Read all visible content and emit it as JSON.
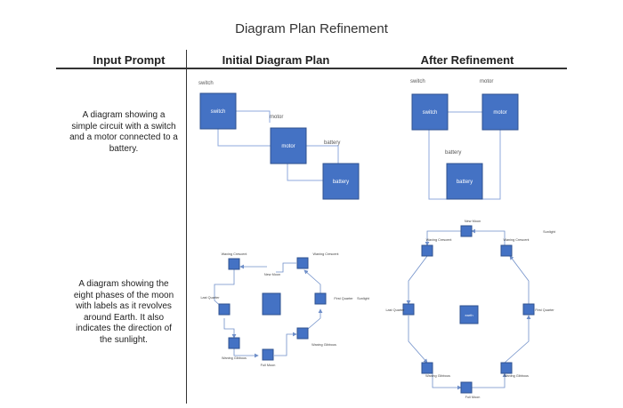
{
  "title": "Diagram Plan Refinement",
  "headers": {
    "input": "Input Prompt",
    "initial": "Initial Diagram Plan",
    "refined": "After Refinement"
  },
  "row1": {
    "prompt": "A diagram showing a simple circuit with a switch and a motor connected to a battery.",
    "initial": {
      "switch_label": "switch",
      "motor_label": "motor",
      "battery_label": "battery",
      "switch_box": "switch",
      "motor_box": "motor",
      "battery_box": "battery"
    },
    "refined": {
      "switch_label": "switch",
      "motor_label": "motor",
      "battery_label": "battery",
      "switch_box": "switch",
      "motor_box": "motor",
      "battery_box": "battery"
    }
  },
  "row2": {
    "prompt": "A diagram showing the eight phases of the moon with labels as it revolves around Earth. It also indicates the direction of the sunlight.",
    "initial": {
      "waxing_crescent": "Waxing Crescent",
      "waning_crescent": "Waning Crescent",
      "new_moon": "New Moon",
      "first_quarter": "First Quarter",
      "sunlight": "Sunlight",
      "last_quarter": "Last Quarter",
      "waning_gibbous": "Waning Gibbous",
      "waxing_gibbous": "Waxing Gibbous",
      "full_moon": "Full Moon"
    },
    "refined": {
      "new_moon": "New Moon",
      "waxing_crescent": "Waxing Crescent",
      "waning_crescent": "Waning Crescent",
      "sunlight": "Sunlight",
      "last_quarter": "Last Quarter",
      "earth": "earth",
      "first_quarter": "First Quarter",
      "waxing_gibbous": "Waxing Gibbous",
      "waning_gibbous": "Waning Gibbous",
      "full_moon": "Full Moon"
    }
  },
  "colors": {
    "box_fill": "#4472c4",
    "box_stroke": "#2f528f",
    "line": "#8faadc"
  }
}
